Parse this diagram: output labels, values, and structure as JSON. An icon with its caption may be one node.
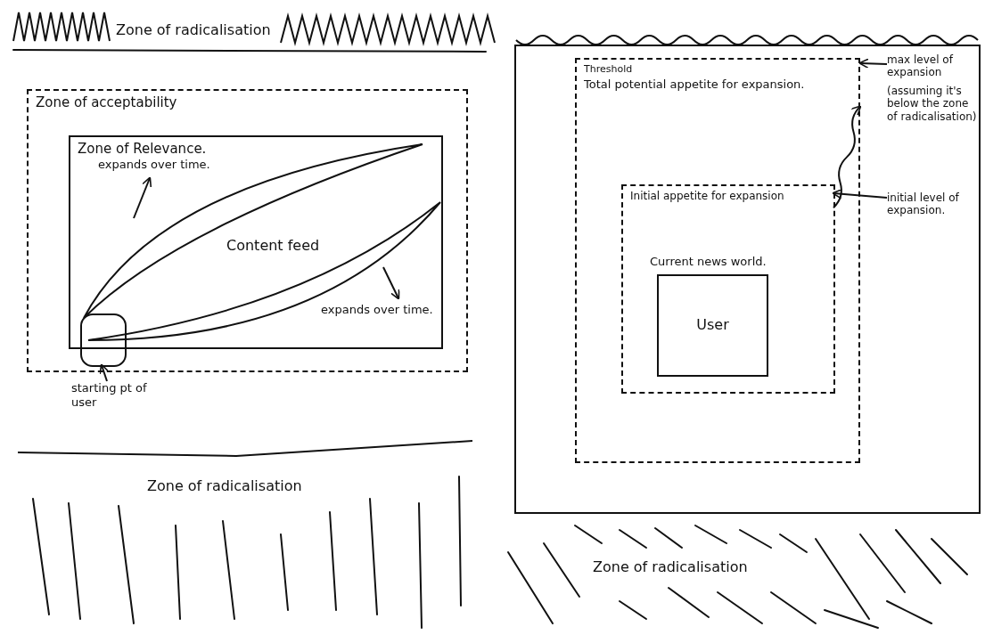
{
  "diagram": {
    "nodes": [
      {
        "text": [
          "Zone of radicalisation"
        ]
      },
      {
        "text": [
          "Zone of acceptability"
        ]
      },
      {
        "text": [
          "Zone of Relevance."
        ],
        "in": 1
      },
      {
        "text": [
          "Content feed"
        ],
        "in": 2
      },
      {
        "text": [],
        "shape": "box",
        "in": 1
      },
      {
        "text": [
          "starting pt of user"
        ]
      },
      {
        "text": [
          "Zone of radicalisation"
        ]
      },
      {
        "text": [],
        "shape": "box"
      },
      {
        "text": [
          "Threshold",
          "Total potential appetite for expansion."
        ],
        "in": 7
      },
      {
        "text": [
          "Initial appetite for expansion"
        ],
        "in": 8
      },
      {
        "text": [
          "Current news world.",
          "User"
        ],
        "in": 9
      },
      {
        "text": [
          "max level of expansion",
          "(assuming it's below the zone of radicalisation)"
        ],
        "in": 7
      },
      {
        "text": [
          "initial level of expansion."
        ],
        "in": 7
      },
      {
        "text": [
          "Zone of radicalisation"
        ]
      }
    ],
    "edges": [
      {
        "from": 5,
        "to": 4,
        "arrow": "to"
      },
      {
        "from": 11,
        "to": 8,
        "arrow": "to"
      },
      {
        "from": 12,
        "to": 9,
        "arrow": "to"
      },
      {
        "from": 9,
        "to": 8,
        "arrow": "to"
      }
    ],
    "labels": [
      "expands over time.",
      "expands over time."
    ]
  }
}
